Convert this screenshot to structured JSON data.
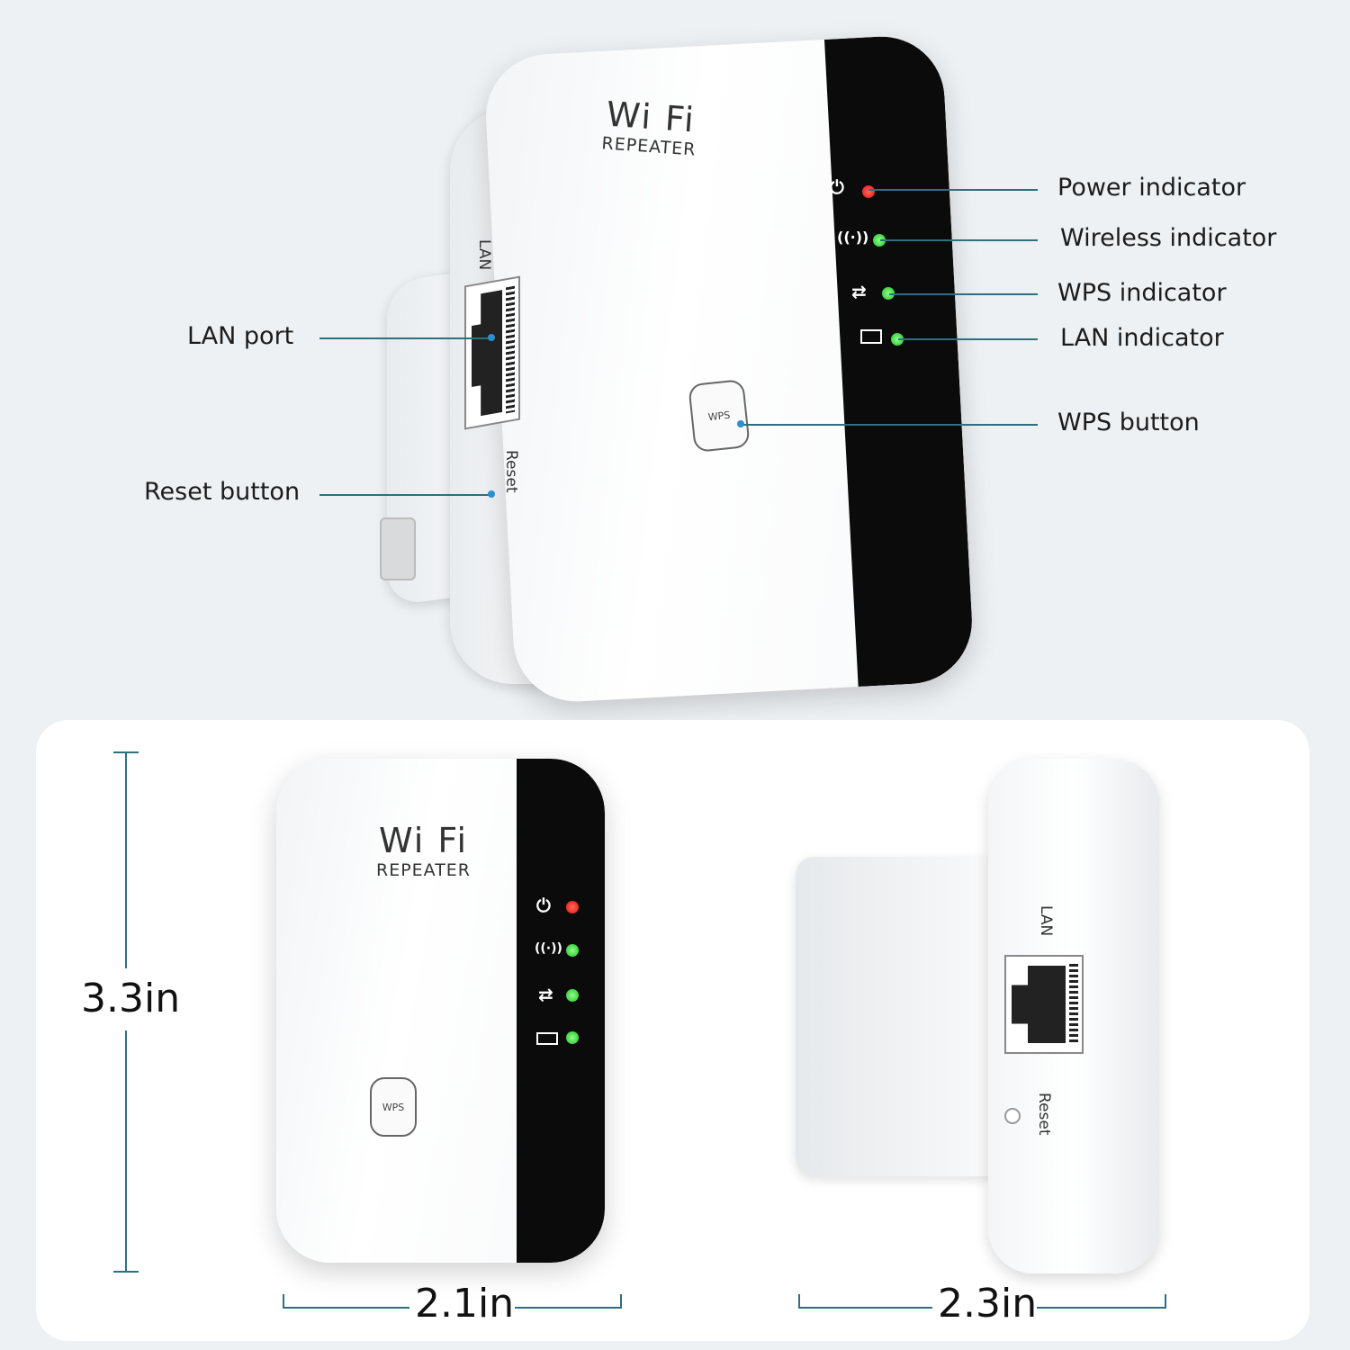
{
  "device": {
    "brand": "Wi Fi",
    "model_label": "REPEATER",
    "port_label": "LAN",
    "reset_label": "Reset",
    "button_label": "WPS"
  },
  "callouts": {
    "power_indicator": "Power indicator",
    "wireless_indicator": "Wireless indicator",
    "wps_indicator": "WPS indicator",
    "lan_indicator": "LAN indicator",
    "wps_button": "WPS button",
    "lan_port": "LAN port",
    "reset_button": "Reset button"
  },
  "dimensions": {
    "height": "3.3in",
    "width": "2.1in",
    "depth": "2.3in"
  },
  "colors": {
    "accent_line": "#2f6f7f",
    "power_led": "#e01010",
    "status_led": "#20c020"
  },
  "icons": [
    "power-icon",
    "wireless-icon",
    "wps-sync-icon",
    "lan-icon"
  ]
}
